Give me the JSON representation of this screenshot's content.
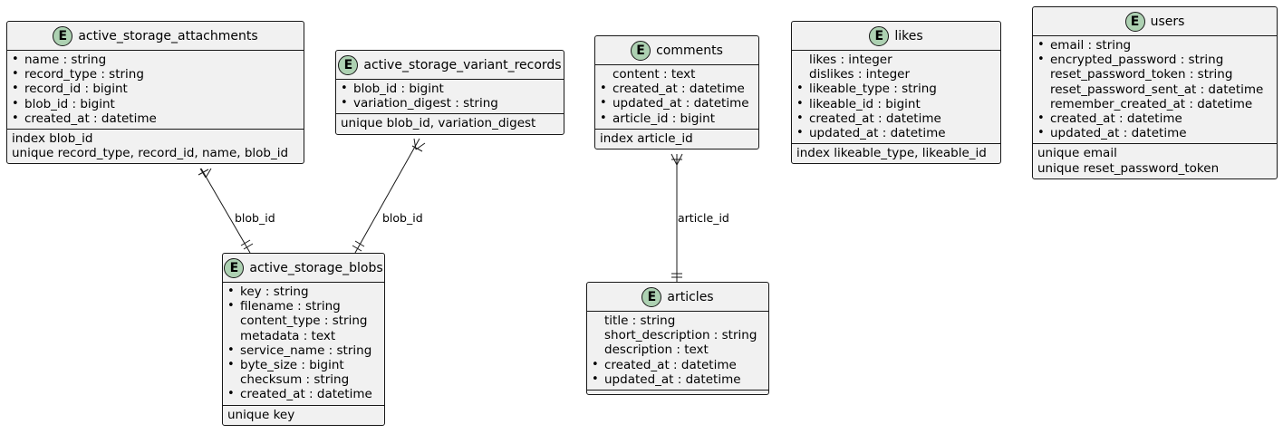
{
  "entities": {
    "active_storage_attachments": {
      "badge": "E",
      "name": "active_storage_attachments",
      "attributes": [
        {
          "mark": "•",
          "text": "name : string"
        },
        {
          "mark": "•",
          "text": "record_type : string"
        },
        {
          "mark": "•",
          "text": "record_id : bigint"
        },
        {
          "mark": "•",
          "text": "blob_id : bigint"
        },
        {
          "mark": "•",
          "text": "created_at : datetime"
        }
      ],
      "indexes": [
        "index blob_id",
        "unique record_type, record_id, name, blob_id"
      ]
    },
    "active_storage_variant_records": {
      "badge": "E",
      "name": "active_storage_variant_records",
      "attributes": [
        {
          "mark": "•",
          "text": "blob_id : bigint"
        },
        {
          "mark": "•",
          "text": "variation_digest : string"
        }
      ],
      "indexes": [
        "unique blob_id, variation_digest"
      ]
    },
    "comments": {
      "badge": "E",
      "name": "comments",
      "attributes": [
        {
          "mark": "",
          "text": "content : text"
        },
        {
          "mark": "•",
          "text": "created_at : datetime"
        },
        {
          "mark": "•",
          "text": "updated_at : datetime"
        },
        {
          "mark": "•",
          "text": "article_id : bigint"
        }
      ],
      "indexes": [
        "index article_id"
      ]
    },
    "likes": {
      "badge": "E",
      "name": "likes",
      "attributes": [
        {
          "mark": "",
          "text": "likes : integer"
        },
        {
          "mark": "",
          "text": "dislikes : integer"
        },
        {
          "mark": "•",
          "text": "likeable_type : string"
        },
        {
          "mark": "•",
          "text": "likeable_id : bigint"
        },
        {
          "mark": "•",
          "text": "created_at : datetime"
        },
        {
          "mark": "•",
          "text": "updated_at : datetime"
        }
      ],
      "indexes": [
        "index likeable_type, likeable_id"
      ]
    },
    "users": {
      "badge": "E",
      "name": "users",
      "attributes": [
        {
          "mark": "•",
          "text": "email : string"
        },
        {
          "mark": "•",
          "text": "encrypted_password : string"
        },
        {
          "mark": "",
          "text": "reset_password_token : string"
        },
        {
          "mark": "",
          "text": "reset_password_sent_at : datetime"
        },
        {
          "mark": "",
          "text": "remember_created_at : datetime"
        },
        {
          "mark": "•",
          "text": "created_at : datetime"
        },
        {
          "mark": "•",
          "text": "updated_at : datetime"
        }
      ],
      "indexes": [
        "unique email",
        "unique reset_password_token"
      ]
    },
    "active_storage_blobs": {
      "badge": "E",
      "name": "active_storage_blobs",
      "attributes": [
        {
          "mark": "•",
          "text": "key : string"
        },
        {
          "mark": "•",
          "text": "filename : string"
        },
        {
          "mark": "",
          "text": "content_type : string"
        },
        {
          "mark": "",
          "text": "metadata : text"
        },
        {
          "mark": "•",
          "text": "service_name : string"
        },
        {
          "mark": "•",
          "text": "byte_size : bigint"
        },
        {
          "mark": "",
          "text": "checksum : string"
        },
        {
          "mark": "•",
          "text": "created_at : datetime"
        }
      ],
      "indexes": [
        "unique key"
      ]
    },
    "articles": {
      "badge": "E",
      "name": "articles",
      "attributes": [
        {
          "mark": "",
          "text": "title : string"
        },
        {
          "mark": "",
          "text": "short_description : string"
        },
        {
          "mark": "",
          "text": "description : text"
        },
        {
          "mark": "•",
          "text": "created_at : datetime"
        },
        {
          "mark": "•",
          "text": "updated_at : datetime"
        }
      ],
      "indexes": []
    }
  },
  "relations": [
    {
      "from": "active_storage_attachments",
      "to": "active_storage_blobs",
      "label": "blob_id",
      "from_end": "one-or-many",
      "to_end": "exactly-one"
    },
    {
      "from": "active_storage_variant_records",
      "to": "active_storage_blobs",
      "label": "blob_id",
      "from_end": "one-or-many",
      "to_end": "exactly-one"
    },
    {
      "from": "comments",
      "to": "articles",
      "label": "article_id",
      "from_end": "one-or-many",
      "to_end": "exactly-one"
    }
  ],
  "colors": {
    "entity_fill": "#f1f1f1",
    "badge_fill": "#add1b2",
    "stroke": "#181818"
  }
}
